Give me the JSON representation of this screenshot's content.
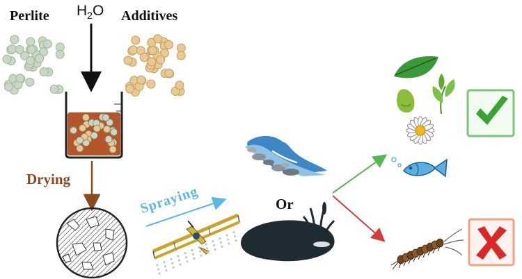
{
  "labels": {
    "perlite": "Perlite",
    "water": "H",
    "water_sub": "2",
    "water_tail": "O",
    "additives": "Additives",
    "drying": "Drying",
    "spraying": "Spraying",
    "or": "Or"
  },
  "icons": {
    "beaker": "beaker-icon",
    "particle": "particle-icon",
    "plane": "crop-duster-icon",
    "river": "river-icon",
    "pond": "pond-icon",
    "leaf": "leaf-icon",
    "seed": "seed-icon",
    "sprout": "sprout-icon",
    "flower": "daisy-icon",
    "fish": "fish-icon",
    "larva": "insect-larva-icon",
    "check": "check-mark-icon",
    "cross": "x-mark-icon"
  },
  "colors": {
    "perlite": "#c9d8c3",
    "additive": "#e8c894",
    "slurry": "#b5562a",
    "drying_arrow": "#8b4a1e",
    "spray_arrow": "#5bb7df",
    "water": "#3d87c4",
    "pond": "#1f2b33",
    "green_arrow": "#5ab553",
    "red_arrow": "#d13d3d",
    "check": "#3aa335",
    "cross": "#d8282a"
  }
}
